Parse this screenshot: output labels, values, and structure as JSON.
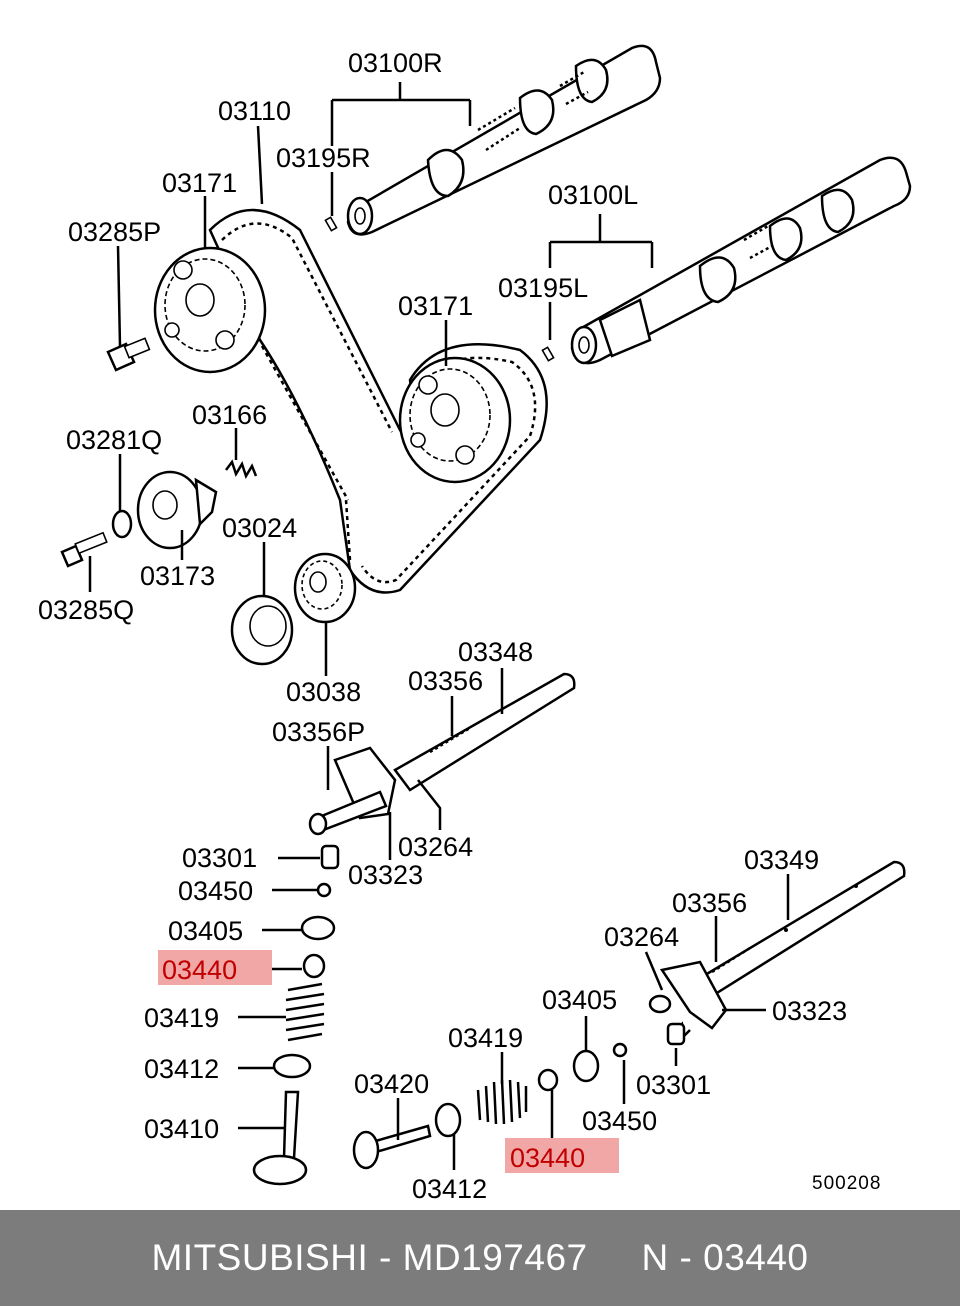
{
  "labels": {
    "l_03100R": "03100R",
    "l_03110": "03110",
    "l_03195R": "03195R",
    "l_03171a": "03171",
    "l_03285P": "03285P",
    "l_03100L": "03100L",
    "l_03195L": "03195L",
    "l_03171b": "03171",
    "l_03166": "03166",
    "l_03281Q": "03281Q",
    "l_03024": "03024",
    "l_03173": "03173",
    "l_03285Q": "03285Q",
    "l_03038": "03038",
    "l_03348": "03348",
    "l_03356a": "03356",
    "l_03356P": "03356P",
    "l_03264a": "03264",
    "l_03323a": "03323",
    "l_03301a": "03301",
    "l_03450a": "03450",
    "l_03405a": "03405",
    "l_03440a": "03440",
    "l_03419a": "03419",
    "l_03412a": "03412",
    "l_03410": "03410",
    "l_03349": "03349",
    "l_03356b": "03356",
    "l_03264b": "03264",
    "l_03323b": "03323",
    "l_03405b": "03405",
    "l_03419b": "03419",
    "l_03420": "03420",
    "l_03301b": "03301",
    "l_03450b": "03450",
    "l_03440b": "03440",
    "l_03412b": "03412"
  },
  "diagram_code": "500208",
  "highlight_color": "#f2a7a7",
  "footer": {
    "text": "MITSUBISHI - MD197467     N - 03440",
    "background": "#7c7c7c"
  }
}
